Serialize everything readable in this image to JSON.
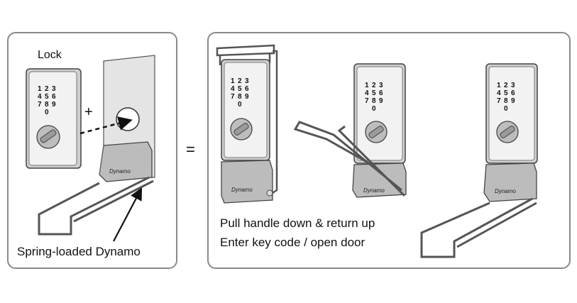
{
  "labels": {
    "lock": "Lock",
    "plus": "+",
    "equals": "=",
    "spring_loaded": "Spring-loaded Dynamo",
    "instruction_line1": "Pull handle down & return up",
    "instruction_line2": "Enter key code / open door",
    "dynamo_brand": "Dynamo"
  },
  "keypad": {
    "rows": [
      [
        "1",
        "2",
        "3"
      ],
      [
        "4",
        "5",
        "6"
      ],
      [
        "7",
        "8",
        "9"
      ],
      [
        "",
        "0",
        ""
      ]
    ]
  },
  "colors": {
    "panel_border": "#8a8a8a",
    "lock_body": "#d7d7d7",
    "dynamo_body": "#bcbcbc",
    "door": "#e4e4e4"
  },
  "icons": [
    "arrow-icon",
    "lock-keypad-icon",
    "dynamo-icon",
    "handle-icon"
  ]
}
